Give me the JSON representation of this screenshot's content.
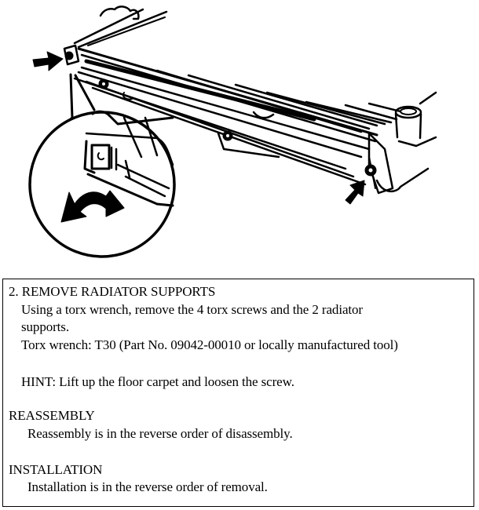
{
  "figure": {
    "description": "Radiator with torx screws and radiator supports; arrows point to screw locations; magnified circular inset shows support bracket with curved removal arrow",
    "icons": [
      "arrow-right-icon",
      "arrow-up-right-icon",
      "curved-arrow-icon"
    ]
  },
  "step": {
    "heading": "2. REMOVE RADIATOR SUPPORTS",
    "body_line1": "Using a torx wrench, remove the 4 torx screws and the 2 radiator",
    "body_line2": "supports.",
    "tool": "Torx wrench: T30 (Part No. 09042-00010 or locally manufactured tool)",
    "hint": "HINT: Lift up the floor carpet and loosen the screw."
  },
  "reassembly": {
    "heading": "REASSEMBLY",
    "body": "Reassembly is in the reverse order of disassembly."
  },
  "installation": {
    "heading": "INSTALLATION",
    "body": "Installation is in the reverse order of removal."
  }
}
